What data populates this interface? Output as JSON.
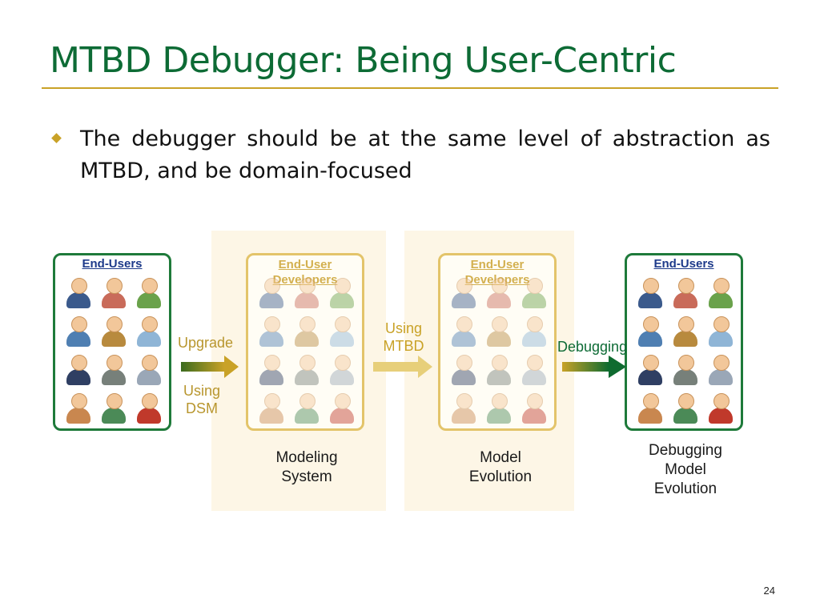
{
  "slide": {
    "title": "MTBD Debugger: Being User-Centric",
    "bullet": "The debugger should be at the same level of abstraction as MTBD, and be domain-focused",
    "page_number": "24"
  },
  "colors": {
    "title": "#0d6b35",
    "rule": "#c9a227",
    "green_box": "#1e7a3a",
    "gold_box": "#e3c46a",
    "panel": "#fdf6e6"
  },
  "groups": [
    {
      "label": "End-Users"
    },
    {
      "label": "End-User Developers"
    },
    {
      "label": "End-User Developers"
    },
    {
      "label": "End-Users"
    }
  ],
  "arrows": {
    "upgrade": {
      "top_label": "Upgrade",
      "bottom_label": "Using DSM"
    },
    "mtbd": {
      "top_label": "Using MTBD"
    },
    "debugging": {
      "top_label": "Debugging"
    }
  },
  "captions": {
    "modeling": "Modeling System",
    "evolution": "Model Evolution",
    "debugging": "Debugging Model Evolution"
  },
  "icon_colors": [
    "#3b5a8c",
    "#c96b5a",
    "#6aa24b",
    "#4f7fb2",
    "#b88a3e",
    "#8fb5d6",
    "#2f3f63",
    "#77807a",
    "#9aa7b7",
    "#c9874f",
    "#4b8a57",
    "#c0392b"
  ]
}
